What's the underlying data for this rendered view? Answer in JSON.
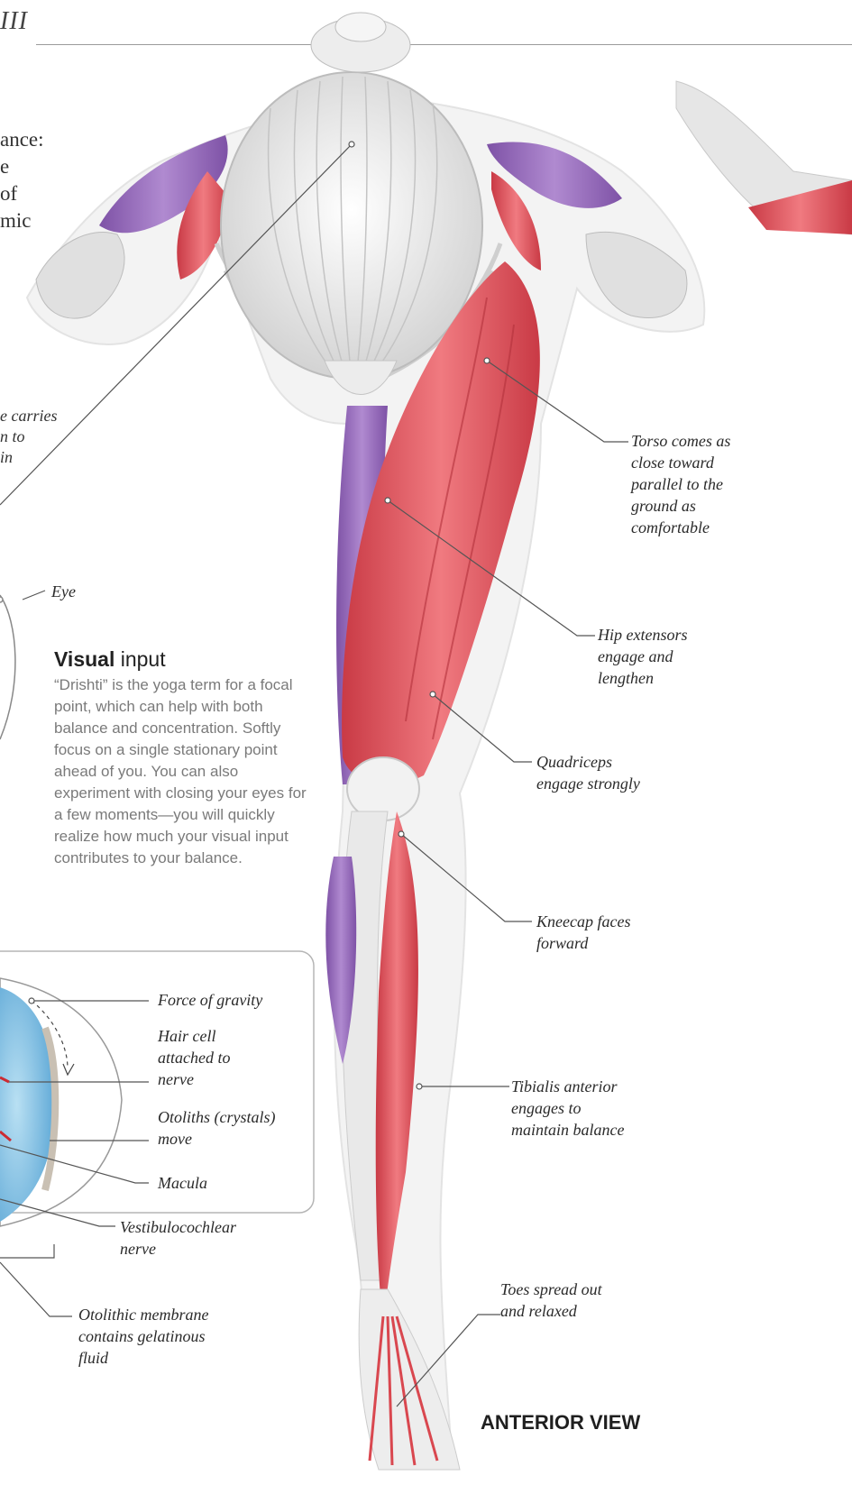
{
  "page": {
    "chapter_label": "III"
  },
  "intro_text": "ance:\ne\nof\nmic",
  "left_fragment": "e carries\nn to\nin",
  "visual_section": {
    "title_bold": "Visual",
    "title_rest": " input",
    "body": "“Drishti” is the yoga term for a focal point, which can help with both balance and concentration. Softly focus on a single stationary point ahead of you. You can also experiment with closing your eyes for a few moments—you will quickly realize how much your visual input contributes to your balance."
  },
  "annotations": {
    "eye": "Eye",
    "torso": "Torso comes as\nclose toward\nparallel to the\nground as\ncomfortable",
    "hip": "Hip extensors\nengage and\nlengthen",
    "quadriceps": "Quadriceps\nengage strongly",
    "kneecap": "Kneecap faces\nforward",
    "tibialis": "Tibialis anterior\nengages to\nmaintain balance",
    "toes": "Toes spread out\nand relaxed",
    "gravity": "Force of gravity",
    "hair_cell": "Hair cell\nattached to\nnerve",
    "otoliths": "Otoliths (crystals)\nmove",
    "macula": "Macula",
    "vestibulocochlear": "Vestibulocochlear\nnerve",
    "otolithic_membrane": "Otolithic membrane\ncontains gelatinous\nfluid"
  },
  "view_label": "ANTERIOR VIEW",
  "colors": {
    "muscle_red": "#e2525c",
    "muscle_purple": "#8b5fb0",
    "bone": "#f1f1f1",
    "skin_outline": "#e8e8e8",
    "inset_fluid": "#8fc7e6",
    "leader_line": "#555555"
  }
}
